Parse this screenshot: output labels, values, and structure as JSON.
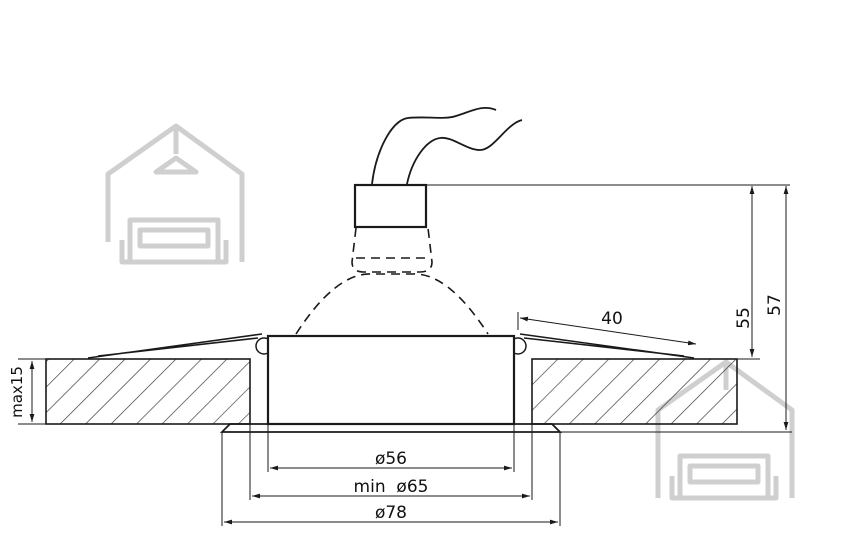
{
  "drawing": {
    "dimensions": {
      "d56": "ø56",
      "d65": "min  ø65",
      "d78": "ø78",
      "angle_len": "40",
      "h55": "55",
      "h57": "57",
      "max15": "max15"
    },
    "watermark_icon": "house-sofa-logo-icon"
  }
}
